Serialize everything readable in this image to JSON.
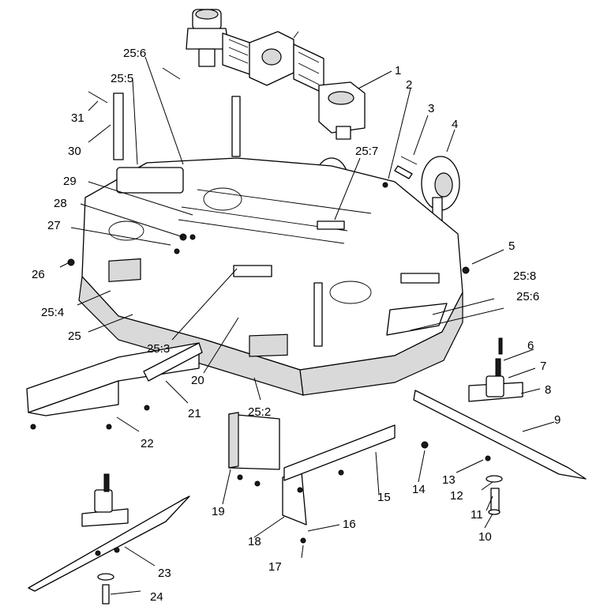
{
  "callouts": [
    {
      "id": "c1",
      "text": "1"
    },
    {
      "id": "c2",
      "text": "2"
    },
    {
      "id": "c3",
      "text": "3"
    },
    {
      "id": "c4",
      "text": "4"
    },
    {
      "id": "c5",
      "text": "5"
    },
    {
      "id": "c6",
      "text": "6"
    },
    {
      "id": "c7",
      "text": "7"
    },
    {
      "id": "c8",
      "text": "8"
    },
    {
      "id": "c9",
      "text": "9"
    },
    {
      "id": "c10",
      "text": "10"
    },
    {
      "id": "c11",
      "text": "11"
    },
    {
      "id": "c12",
      "text": "12"
    },
    {
      "id": "c13",
      "text": "13"
    },
    {
      "id": "c14",
      "text": "14"
    },
    {
      "id": "c15",
      "text": "15"
    },
    {
      "id": "c16",
      "text": "16"
    },
    {
      "id": "c17",
      "text": "17"
    },
    {
      "id": "c18",
      "text": "18"
    },
    {
      "id": "c19",
      "text": "19"
    },
    {
      "id": "c20",
      "text": "20"
    },
    {
      "id": "c21",
      "text": "21"
    },
    {
      "id": "c22",
      "text": "22"
    },
    {
      "id": "c23",
      "text": "23"
    },
    {
      "id": "c24",
      "text": "24"
    },
    {
      "id": "c25",
      "text": "25"
    },
    {
      "id": "c25_2",
      "text": "25:2"
    },
    {
      "id": "c25_3",
      "text": "25:3"
    },
    {
      "id": "c25_4",
      "text": "25:4"
    },
    {
      "id": "c25_5",
      "text": "25:5"
    },
    {
      "id": "c25_6a",
      "text": "25:6"
    },
    {
      "id": "c25_6b",
      "text": "25:6"
    },
    {
      "id": "c25_7",
      "text": "25:7"
    },
    {
      "id": "c25_8",
      "text": "25:8"
    },
    {
      "id": "c26",
      "text": "26"
    },
    {
      "id": "c27",
      "text": "27"
    },
    {
      "id": "c28",
      "text": "28"
    },
    {
      "id": "c29",
      "text": "29"
    },
    {
      "id": "c30",
      "text": "30"
    },
    {
      "id": "c31",
      "text": "31"
    }
  ]
}
